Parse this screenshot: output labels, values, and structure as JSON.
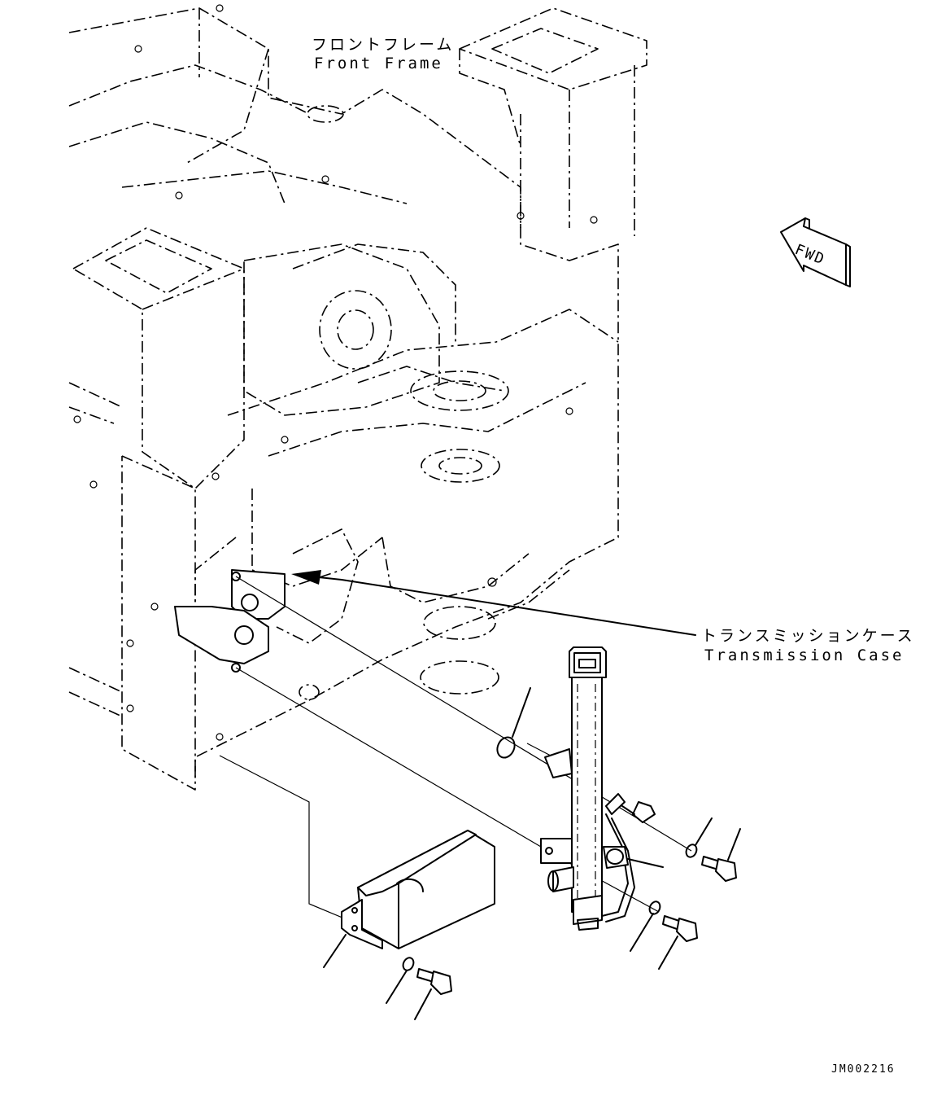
{
  "labels": {
    "front_frame_jp": "フロントフレーム",
    "front_frame_en": "Front Frame",
    "transmission_case_jp": "トランスミッションケース",
    "transmission_case_en": "Transmission Case",
    "fwd": "FWD",
    "drawing_code": "JM002216"
  }
}
